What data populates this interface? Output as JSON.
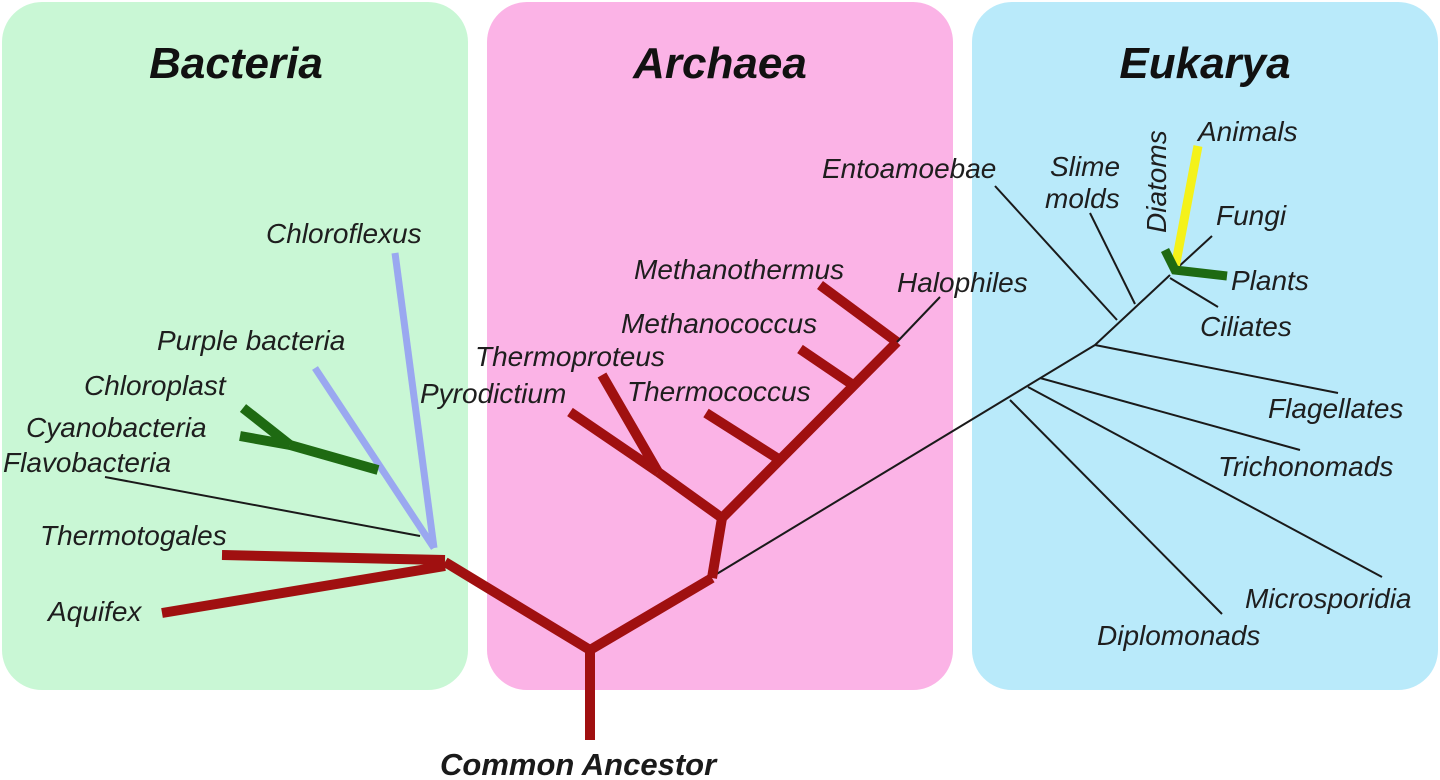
{
  "colors": {
    "bacteria_panel": "#c9f7d5",
    "archaea_panel": "#fbb3e6",
    "eukarya_panel": "#b9eafa",
    "main_branch_red": "#a01010",
    "chloroflexus_blue": "#9aa8f0",
    "chloroplast_green": "#1e6a12",
    "animals_yellow": "#f4f21a"
  },
  "domains": {
    "bacteria": "Bacteria",
    "archaea": "Archaea",
    "eukarya": "Eukarya"
  },
  "root_label": "Common Ancestor",
  "taxa": {
    "bacteria": [
      "Chloroflexus",
      "Purple bacteria",
      "Chloroplast",
      "Cyanobacteria",
      "Flavobacteria",
      "Thermotogales",
      "Aquifex"
    ],
    "archaea": [
      "Methanothermus",
      "Methanococcus",
      "Thermoproteus",
      "Pyrodictium",
      "Thermococcus",
      "Halophiles"
    ],
    "eukarya": [
      "Entoamoebae",
      "Slime",
      "molds",
      "Diatoms",
      "Animals",
      "Fungi",
      "Plants",
      "Ciliates",
      "Flagellates",
      "Trichonomads",
      "Microsporidia",
      "Diplomonads"
    ]
  }
}
